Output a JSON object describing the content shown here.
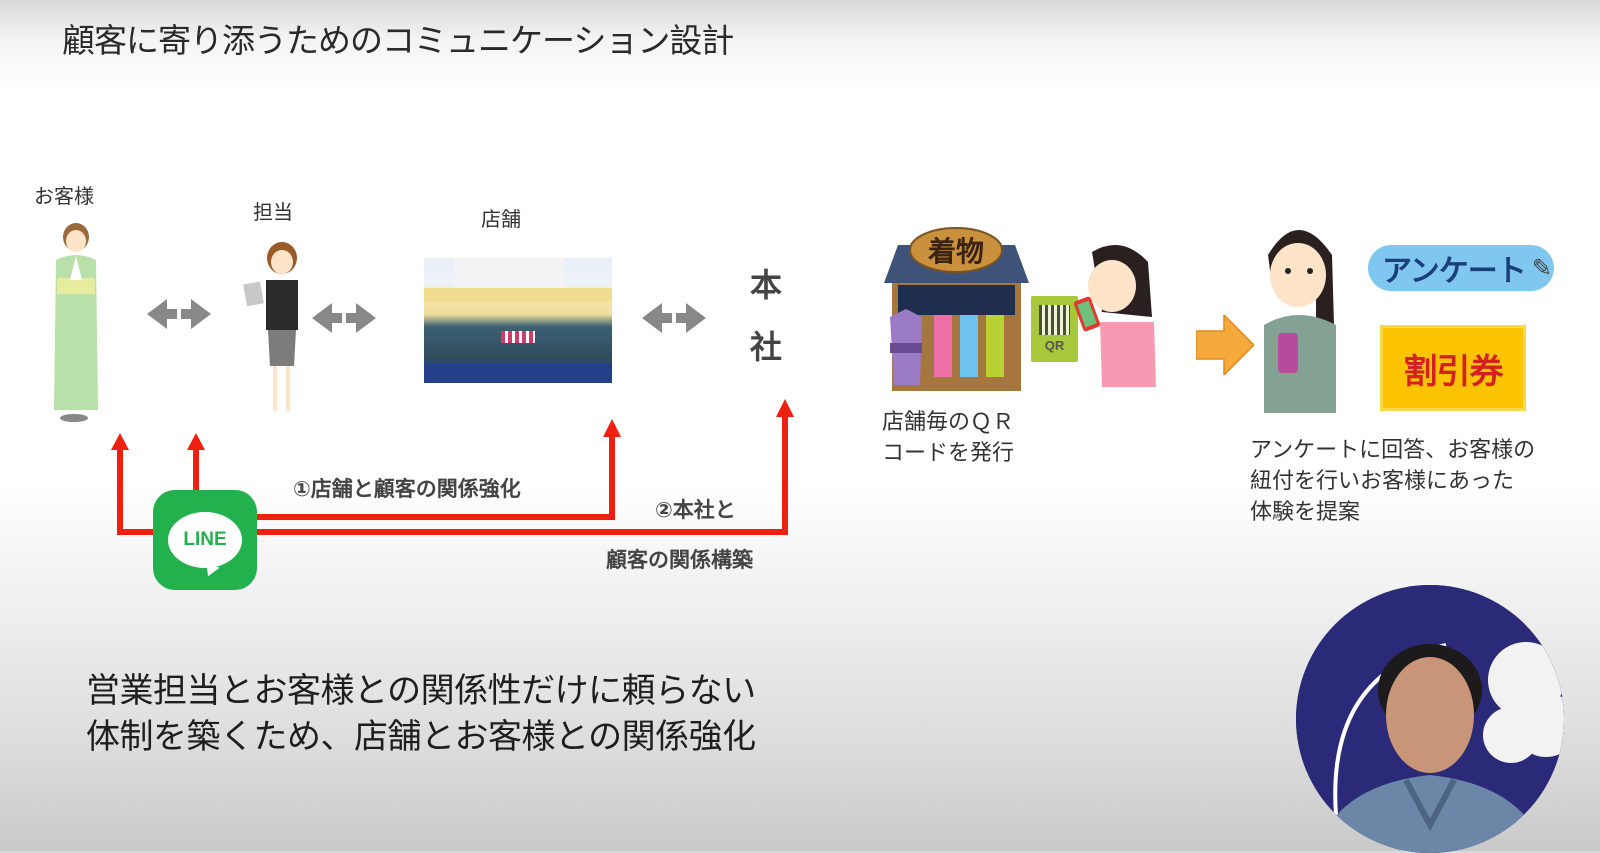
{
  "slide": {
    "title": "顧客に寄り添うためのコミュニケーション設計",
    "flow": {
      "nodes": [
        {
          "id": "customer",
          "label": "お客様",
          "icon": "kimono-woman-illustration"
        },
        {
          "id": "staff",
          "label": "担当",
          "icon": "businesswoman-tablet-illustration"
        },
        {
          "id": "store",
          "label": "店舗",
          "icon": "store-front-photo"
        },
        {
          "id": "hq",
          "label_line1": "本",
          "label_line2": "社"
        }
      ],
      "connector_icon": "double-arrow-icon"
    },
    "line_section": {
      "app_label": "LINE",
      "app_color": "#22b14c",
      "arrow_color": "#f02010",
      "path1_label": "①店舗と顧客の関係強化",
      "path2_label_line1": "②本社と",
      "path2_label_line2": "顧客の関係構築"
    },
    "qr_section": {
      "shop_sign": "着物",
      "qr_label": "QR",
      "caption_line1": "店舗毎のＱＲ",
      "caption_line2": "コードを発行"
    },
    "survey_section": {
      "survey_badge": "アンケート",
      "coupon_badge": "割引券",
      "caption_line1": "アンケートに回答、お客様の",
      "caption_line2": "紐付を行いお客様にあった",
      "caption_line3": "体験を提案",
      "arrow_color": "#f5a93a"
    },
    "summary": {
      "line1": "営業担当とお客様との関係性だけに頼らない",
      "line2": "体制を築くため、店舗とお客様との関係強化"
    },
    "presenter_video": {
      "icon": "presenter-webcam-feed"
    }
  }
}
